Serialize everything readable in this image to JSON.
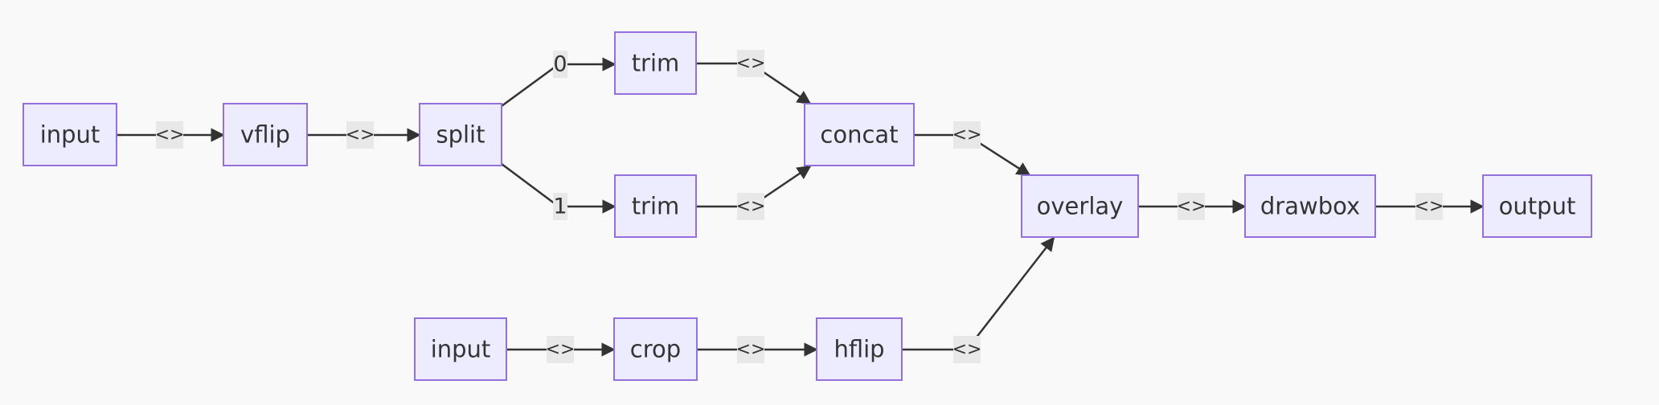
{
  "diagram": {
    "nodes": [
      {
        "id": "input1",
        "label": "input"
      },
      {
        "id": "vflip",
        "label": "vflip"
      },
      {
        "id": "split",
        "label": "split"
      },
      {
        "id": "trim0",
        "label": "trim"
      },
      {
        "id": "trim1",
        "label": "trim"
      },
      {
        "id": "concat",
        "label": "concat"
      },
      {
        "id": "overlay",
        "label": "overlay"
      },
      {
        "id": "drawbox",
        "label": "drawbox"
      },
      {
        "id": "output",
        "label": "output"
      },
      {
        "id": "input2",
        "label": "input"
      },
      {
        "id": "crop",
        "label": "crop"
      },
      {
        "id": "hflip",
        "label": "hflip"
      }
    ],
    "edges": [
      {
        "id": "e1",
        "from": "input1",
        "to": "vflip",
        "label": "<>"
      },
      {
        "id": "e2",
        "from": "vflip",
        "to": "split",
        "label": "<>"
      },
      {
        "id": "e3",
        "from": "split",
        "to": "trim0",
        "label": "0"
      },
      {
        "id": "e4",
        "from": "split",
        "to": "trim1",
        "label": "1"
      },
      {
        "id": "e5",
        "from": "trim0",
        "to": "concat",
        "label": "<>"
      },
      {
        "id": "e6",
        "from": "trim1",
        "to": "concat",
        "label": "<>"
      },
      {
        "id": "e7",
        "from": "concat",
        "to": "overlay",
        "label": "<>"
      },
      {
        "id": "e8",
        "from": "overlay",
        "to": "drawbox",
        "label": "<>"
      },
      {
        "id": "e9",
        "from": "drawbox",
        "to": "output",
        "label": "<>"
      },
      {
        "id": "e10",
        "from": "input2",
        "to": "crop",
        "label": "<>"
      },
      {
        "id": "e11",
        "from": "crop",
        "to": "hflip",
        "label": "<>"
      },
      {
        "id": "e12",
        "from": "hflip",
        "to": "overlay",
        "label": "<>"
      }
    ]
  }
}
